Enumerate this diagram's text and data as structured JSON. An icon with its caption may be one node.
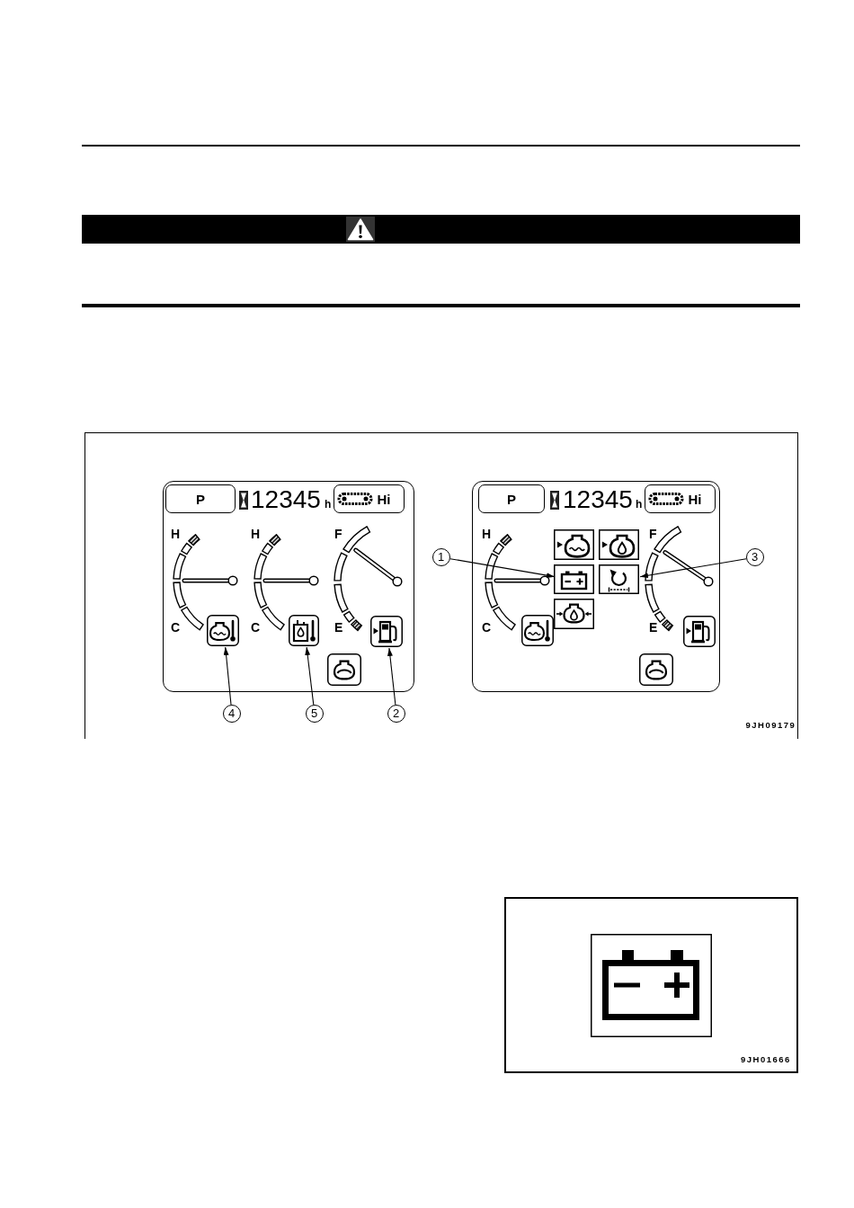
{
  "diagram": {
    "nodes": [
      {
        "text": [
          "9JH09179"
        ]
      },
      {
        "text": [
          "12345",
          "h",
          "H",
          "H",
          "F",
          "C",
          "C",
          "E"
        ],
        "in": 0
      },
      {
        "text": [
          "P"
        ],
        "in": 1
      },
      {
        "text": [
          "Hi"
        ],
        "in": 1
      },
      {
        "text": [],
        "shape": "picture",
        "in": 1
      },
      {
        "text": [],
        "shape": "picture",
        "in": 1
      },
      {
        "text": [],
        "shape": "picture",
        "in": 1
      },
      {
        "text": [
          "12345",
          "h",
          "H",
          "F",
          "C",
          "E"
        ],
        "in": 0
      },
      {
        "text": [
          "P"
        ],
        "in": 7
      },
      {
        "text": [
          "Hi"
        ],
        "in": 7
      },
      {
        "text": [],
        "shape": "picture",
        "in": 7
      },
      {
        "text": [],
        "shape": "picture",
        "in": 7
      },
      {
        "text": [
          "1"
        ],
        "in": 0
      },
      {
        "text": [
          "3"
        ],
        "in": 0
      },
      {
        "text": [
          "4"
        ],
        "in": 0
      },
      {
        "text": [
          "5"
        ],
        "in": 0
      },
      {
        "text": [
          "2"
        ],
        "in": 0
      },
      {
        "text": [
          "9JH01666"
        ]
      }
    ],
    "edges": [
      {
        "from": 12,
        "to": 10,
        "arrow": "to"
      },
      {
        "from": 13,
        "to": 11,
        "arrow": "to"
      },
      {
        "from": 14,
        "to": 4,
        "arrow": "to"
      },
      {
        "from": 15,
        "to": 5,
        "arrow": "to"
      },
      {
        "from": 16,
        "to": 6,
        "arrow": "to"
      }
    ]
  }
}
